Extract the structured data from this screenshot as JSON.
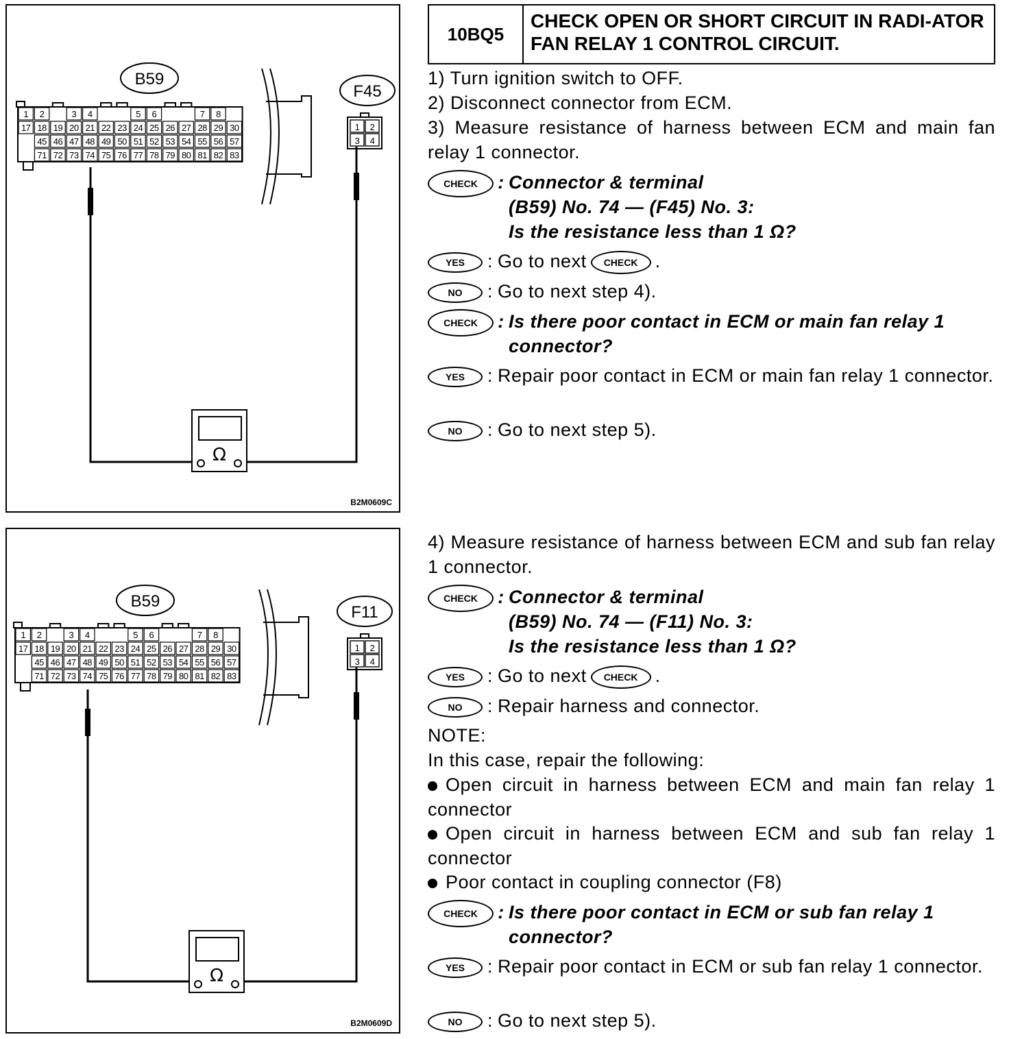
{
  "figure1": {
    "ecm_label": "B59",
    "relay_label": "F45",
    "rows": [
      [
        "1",
        "2",
        "",
        "3",
        "4",
        "",
        "",
        "5",
        "6",
        "",
        "",
        "7",
        "8"
      ],
      [
        "17",
        "18",
        "19",
        "20",
        "21",
        "22",
        "23",
        "24",
        "25",
        "26",
        "27",
        "28",
        "29",
        "30"
      ],
      [
        "",
        "45",
        "46",
        "47",
        "48",
        "49",
        "50",
        "51",
        "52",
        "53",
        "54",
        "55",
        "56",
        "57"
      ],
      [
        "",
        "71",
        "72",
        "73",
        "74",
        "75",
        "76",
        "77",
        "78",
        "79",
        "80",
        "81",
        "82",
        "83"
      ]
    ],
    "relay_pins": [
      "1",
      "2",
      "3",
      "4"
    ],
    "ohm": "Ω",
    "code": "B2M0609C"
  },
  "figure2": {
    "ecm_label": "B59",
    "relay_label": "F11",
    "relay_pins": [
      "1",
      "2",
      "3",
      "4"
    ],
    "ohm": "Ω",
    "code": "B2M0609D"
  },
  "header": {
    "code": "10BQ5",
    "title": "CHECK OPEN OR SHORT CIRCUIT IN RADI-ATOR FAN RELAY 1 CONTROL CIRCUIT."
  },
  "badges": {
    "check": "CHECK",
    "yes": "YES",
    "no": "NO"
  },
  "steps": {
    "s1": "1)  Turn ignition switch to OFF.",
    "s2": "2)  Disconnect connector from ECM.",
    "s3": "3)  Measure resistance of harness between ECM and main fan relay 1 connector.",
    "check1_a": "Connector & terminal",
    "check1_b": "(B59) No. 74 — (F45) No. 3:",
    "check1_c": "Is the resistance less than 1 Ω?",
    "yes1": "Go to next",
    "no1": "Go to next step 4).",
    "check2": "Is there poor contact in ECM or main fan relay 1 connector?",
    "yes2": "Repair poor contact in ECM or main fan relay 1 connector.",
    "no2": "Go to next step 5).",
    "s4": "4)  Measure resistance of harness between ECM and sub fan relay 1 connector.",
    "check3_a": "Connector & terminal",
    "check3_b": "(B59) No. 74 — (F11) No. 3:",
    "check3_c": "Is the resistance less than 1 Ω?",
    "yes3": "Go to next",
    "no3": "Repair harness and connector.",
    "note": "NOTE:",
    "note_intro": "In this case, repair the following:",
    "bullet1": "Open circuit in harness between ECM and main fan relay 1 connector",
    "bullet2": "Open circuit in harness between ECM and sub fan relay 1 connector",
    "bullet3": "Poor contact in coupling connector (F8)",
    "check4": "Is there poor contact in ECM or sub fan relay 1 connector?",
    "yes4": "Repair poor contact in ECM or sub fan relay 1 connector.",
    "no4": "Go to next step 5).",
    "colon": ":",
    "period": "."
  }
}
